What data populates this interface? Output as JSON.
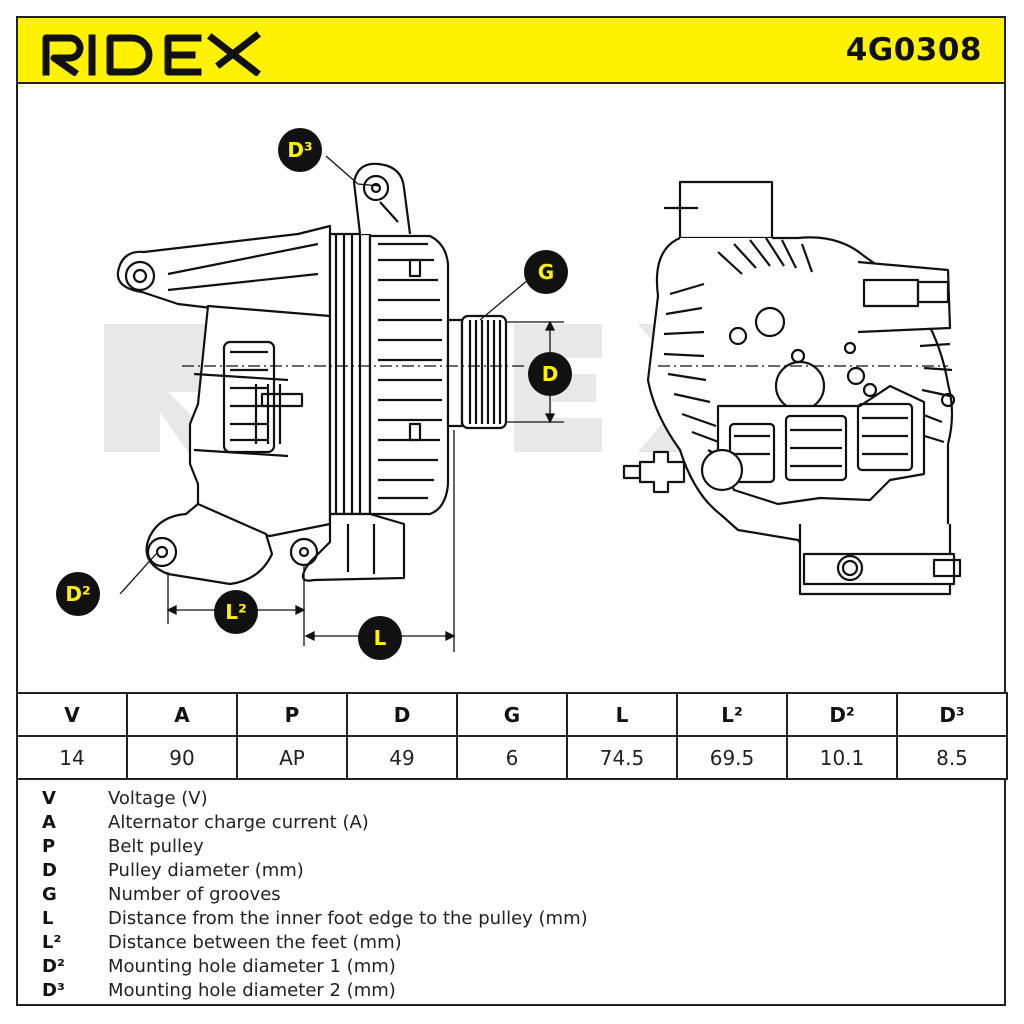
{
  "brand": {
    "logo_text": "RIDEX",
    "part_number": "4G0308"
  },
  "drawing": {
    "labels": {
      "d3": "D³",
      "g": "G",
      "d": "D",
      "d2": "D²",
      "l2": "L²",
      "l": "L"
    },
    "watermark": "RIDEX"
  },
  "specs": {
    "headers": [
      "V",
      "A",
      "P",
      "D",
      "G",
      "L",
      "L²",
      "D²",
      "D³"
    ],
    "values": [
      "14",
      "90",
      "AP",
      "49",
      "6",
      "74.5",
      "69.5",
      "10.1",
      "8.5"
    ]
  },
  "legend": [
    {
      "key": "V",
      "desc": "Voltage (V)"
    },
    {
      "key": "A",
      "desc": "Alternator charge current (A)"
    },
    {
      "key": "P",
      "desc": "Belt pulley"
    },
    {
      "key": "D",
      "desc": "Pulley diameter (mm)"
    },
    {
      "key": "G",
      "desc": "Number of grooves"
    },
    {
      "key": "L",
      "desc": "Distance from the inner foot edge to the pulley (mm)"
    },
    {
      "key": "L²",
      "desc": "Distance between the feet (mm)"
    },
    {
      "key": "D²",
      "desc": "Mounting hole diameter 1 (mm)"
    },
    {
      "key": "D³",
      "desc": "Mounting hole diameter 2 (mm)"
    }
  ],
  "colors": {
    "accent": "#fff200",
    "ink": "#111111",
    "watermark": "#e6e6e6"
  }
}
